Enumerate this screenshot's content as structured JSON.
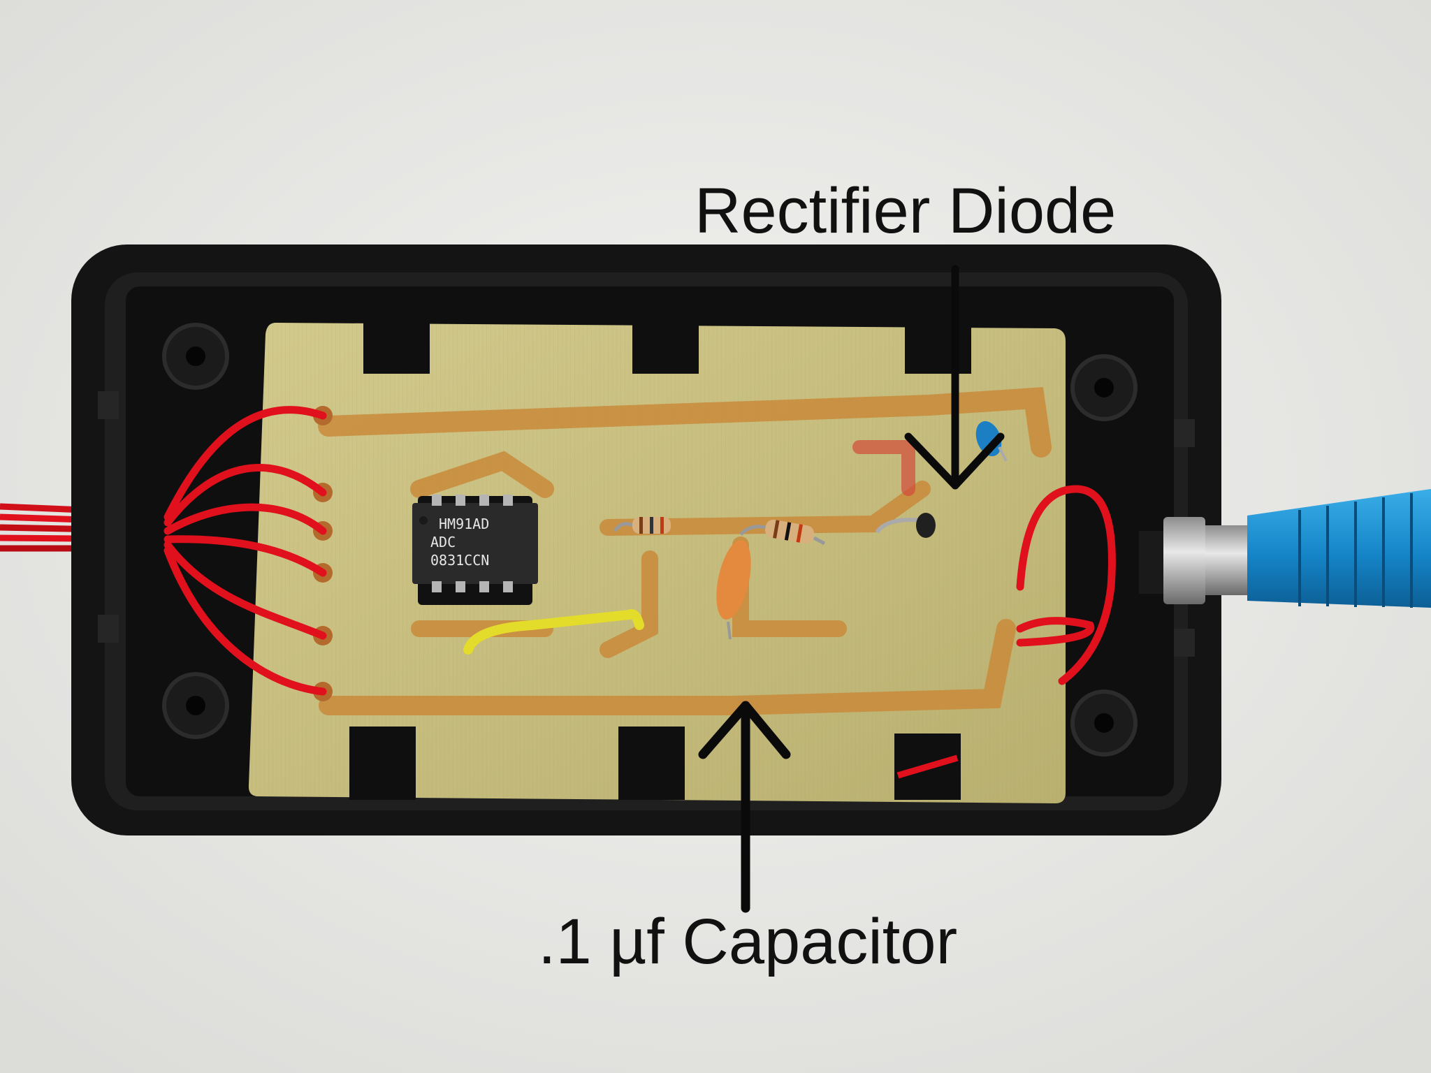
{
  "annotations": {
    "rectifier_diode": "Rectifier Diode",
    "capacitor": ".1 µf Capacitor"
  },
  "chip": {
    "line1": "HM91AD",
    "line2": "ADC",
    "line3": "0831CCN"
  },
  "colors": {
    "background": "#ececea",
    "enclosure": "#141414",
    "pcb": "#c9bf82",
    "trace": "#c98a3a",
    "wire_red": "#e0101c",
    "wire_yellow": "#e4dc2a",
    "connector_blue": "#1a8fd0",
    "label_text": "#111111"
  }
}
